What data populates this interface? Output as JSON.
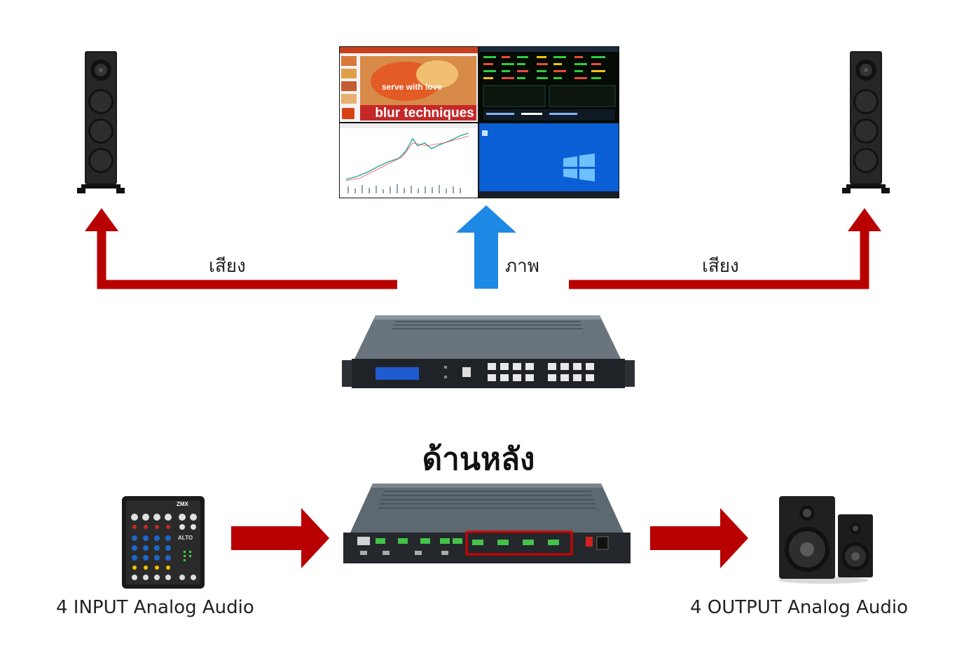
{
  "labels": {
    "audio_left": "เสียง",
    "video": "ภาพ",
    "audio_right": "เสียง",
    "back_side": "ด้านหลัง",
    "input_caption": "4 INPUT Analog Audio",
    "output_caption": "4 OUTPUT Analog Audio"
  },
  "screen": {
    "slide_line1": "serve with love",
    "slide_line2": "blur techniques"
  },
  "mixer": {
    "brand": "ALTO",
    "model": "ZMX"
  },
  "colors": {
    "audio_arrow": "#b80000",
    "video_arrow": "#1e88e5",
    "highlight_box": "#d40000",
    "device_body": "#5b6670"
  }
}
